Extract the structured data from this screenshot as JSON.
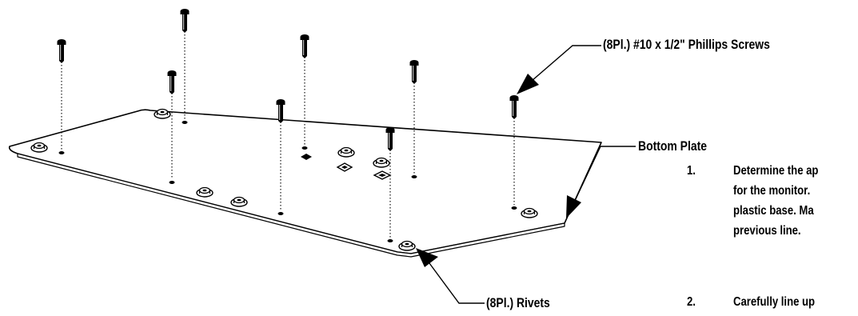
{
  "callouts": {
    "screws": "(8Pl.) #10 x 1/2\" Phillips Screws",
    "plate": "Bottom Plate",
    "rivets": "(8Pl.) Rivets"
  },
  "steps": [
    {
      "number": "1.",
      "text": "Determine the ap\nfor the monitor. \nplastic base.  Ma\nprevious line."
    },
    {
      "number": "2.",
      "text": "Carefully line up"
    }
  ],
  "colors": {
    "ink": "#000000",
    "plate_fill": "#ffffff"
  }
}
